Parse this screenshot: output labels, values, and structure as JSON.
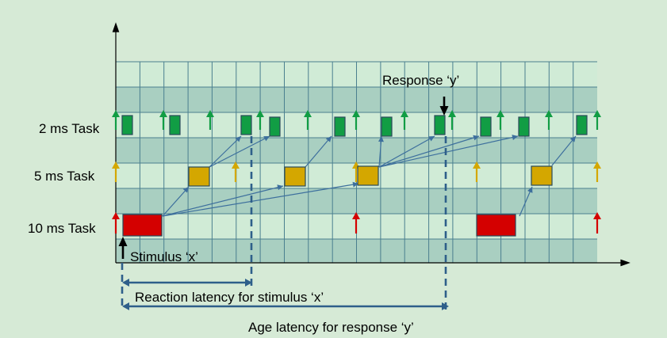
{
  "tasks": [
    {
      "id": "t2",
      "label": "2 ms Task",
      "color": "#119d44"
    },
    {
      "id": "t5",
      "label": "5 ms Task",
      "color": "#d4a700"
    },
    {
      "id": "t10",
      "label": "10 ms Task",
      "color": "#d40000"
    }
  ],
  "annotations": {
    "response": "Response ‘y’",
    "stimulus": "Stimulus ‘x’",
    "reaction_latency": "Reaction latency for stimulus ‘x’",
    "age_latency": "Age latency for response ‘y’"
  },
  "colors": {
    "background": "#d6ead6",
    "band_dark": "#a9cfc1",
    "band_light": "#d0ebd6",
    "grid": "#4a7f8f",
    "dataflow": "#3d6f9d",
    "job_border": "#2a4a5a"
  }
}
